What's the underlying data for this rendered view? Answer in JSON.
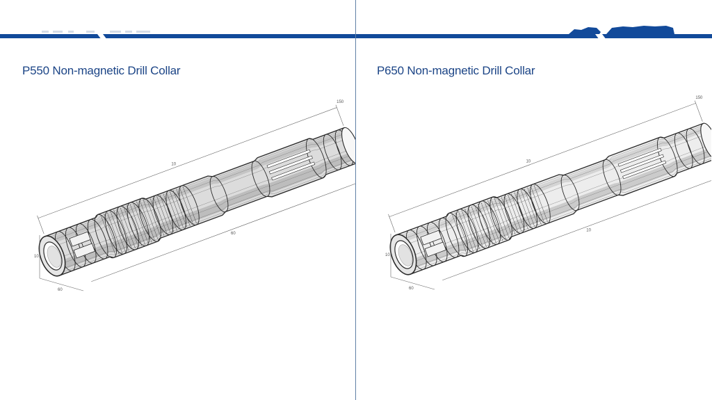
{
  "colors": {
    "brand_blue": "#124a9a",
    "title_blue": "#1b4486",
    "divider": "#5f7fa6",
    "line": "#2a2a2a"
  },
  "panels": [
    {
      "title": "P550 Non-magnetic Drill Collar",
      "dims": {
        "length_top": "10",
        "length_bottom": "60",
        "end_diameter": "150",
        "side_height": "10",
        "base": "60"
      }
    },
    {
      "title": "P650 Non-magnetic Drill Collar",
      "dims": {
        "length_top": "10",
        "length_bottom": "10",
        "end_diameter": "150",
        "side_height": "10",
        "base": "60"
      }
    }
  ]
}
